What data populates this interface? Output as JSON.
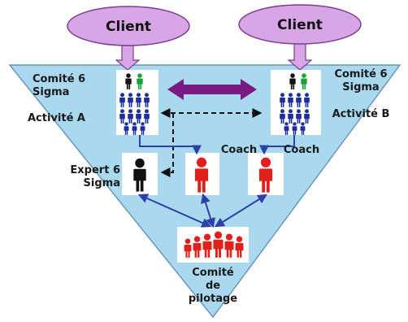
{
  "clients": [
    {
      "label": "Client"
    },
    {
      "label": "Client"
    }
  ],
  "groups": {
    "left": {
      "title_line1": "Comité 6",
      "title_line2": "Sigma",
      "subtitle": "Activité A"
    },
    "right": {
      "title_line1": "Comité 6",
      "title_line2": "Sigma",
      "subtitle": "Activité B"
    }
  },
  "expert": {
    "line1": "Expert 6",
    "line2": "Sigma"
  },
  "coaches": [
    {
      "label": "Coach"
    },
    {
      "label": "Coach"
    }
  ],
  "steering": {
    "line1": "Comité",
    "line2": "de",
    "line3": "pilotage"
  },
  "colors": {
    "triangle_fill": "#a9d8ef",
    "triangle_stroke": "#6a97b5",
    "client_fill": "#d8a6e6",
    "client_stroke": "#7a3d91",
    "arrow_purple": "#7b1a83",
    "connector_blue": "#2f3fa8",
    "person_blue": "#1f2f9a",
    "person_red": "#e0201b",
    "person_black": "#111111",
    "person_green": "#1aa23a"
  }
}
